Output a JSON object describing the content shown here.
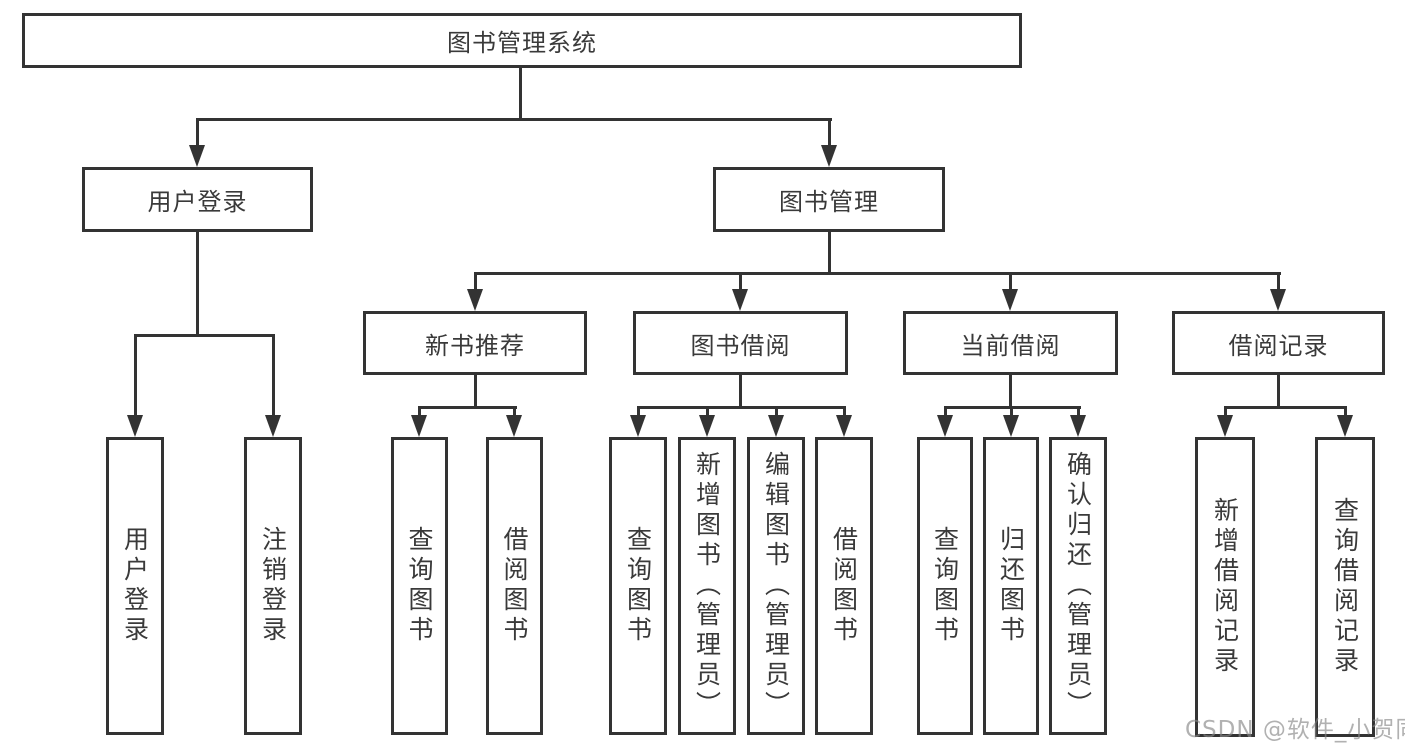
{
  "root": {
    "label": "图书管理系统"
  },
  "branches": [
    {
      "label": "用户登录",
      "leaves": [
        {
          "label": "用户登录"
        },
        {
          "label": "注销登录"
        }
      ]
    },
    {
      "label": "图书管理",
      "sections": [
        {
          "label": "新书推荐",
          "leaves": [
            {
              "label": "查询图书"
            },
            {
              "label": "借阅图书"
            }
          ]
        },
        {
          "label": "图书借阅",
          "leaves": [
            {
              "label": "查询图书"
            },
            {
              "label": "新增图书（管理员）"
            },
            {
              "label": "编辑图书（管理员）"
            },
            {
              "label": "借阅图书"
            }
          ]
        },
        {
          "label": "当前借阅",
          "leaves": [
            {
              "label": "查询图书"
            },
            {
              "label": "归还图书"
            },
            {
              "label": "确认归还（管理员）"
            }
          ]
        },
        {
          "label": "借阅记录",
          "leaves": [
            {
              "label": "新增借阅记录"
            },
            {
              "label": "查询借阅记录"
            }
          ]
        }
      ]
    }
  ],
  "watermark": {
    "text": "CSDN @软件_小贺同学"
  },
  "colors": {
    "line": "#333333",
    "text": "#3a3a3a",
    "background": "#ffffff",
    "watermark": "#878787"
  }
}
